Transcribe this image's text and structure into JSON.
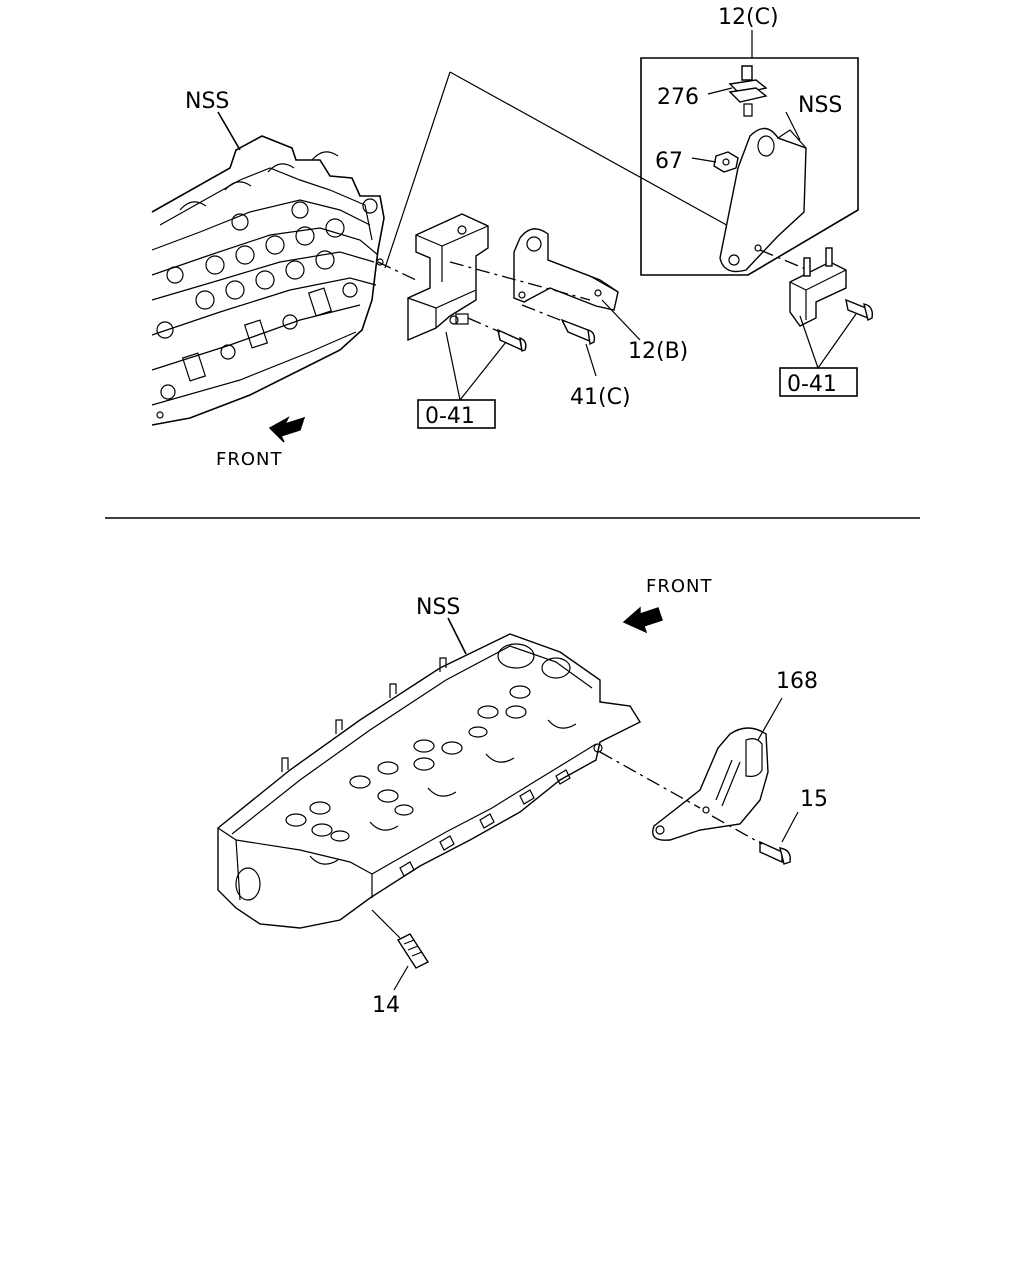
{
  "top_section": {
    "head_label": "NSS",
    "front_label": "FRONT",
    "bracket_label": "12(B)",
    "bolt_label": "41(C)",
    "ref_box_left": "0-41",
    "ref_box_right": "0-41",
    "inset": {
      "bracket_label": "12(C)",
      "stud_label": "276",
      "nut_label": "67",
      "part_label": "NSS"
    }
  },
  "bottom_section": {
    "head_label": "NSS",
    "front_label": "FRONT",
    "bracket_label": "168",
    "bolt_label": "15",
    "stud_label": "14"
  }
}
